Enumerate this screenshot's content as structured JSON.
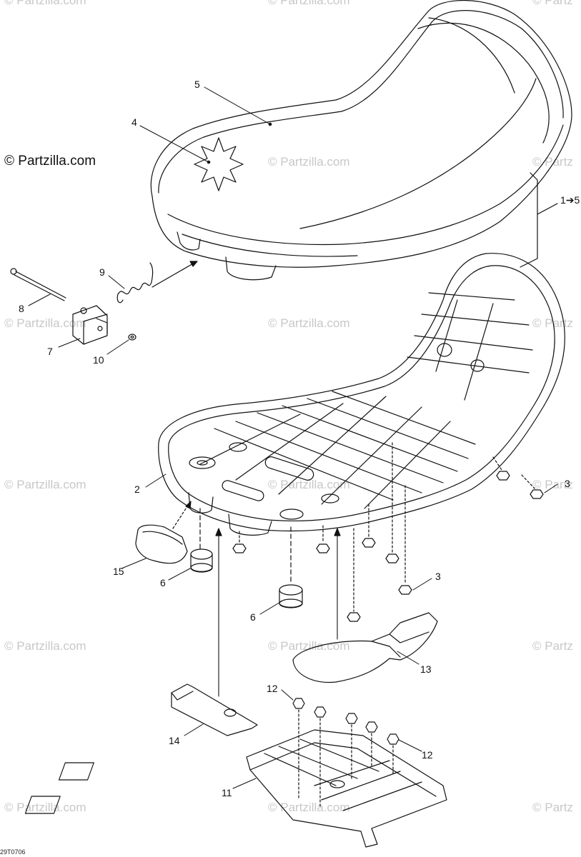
{
  "copyright": "© Partzilla.com",
  "watermark_text": "© Partzilla.com",
  "watermark_partial": "© Partz",
  "doc_id": "29T0706",
  "callouts": {
    "c1": "1➔5",
    "c2": "2",
    "c3a": "3",
    "c3b": "3",
    "c4": "4",
    "c5": "5",
    "c6a": "6",
    "c6b": "6",
    "c7": "7",
    "c8": "8",
    "c9": "9",
    "c10": "10",
    "c11": "11",
    "c12a": "12",
    "c12b": "12",
    "c13": "13",
    "c14": "14",
    "c15": "15"
  },
  "colors": {
    "line": "#111111",
    "watermark": "#c8c8c8"
  }
}
